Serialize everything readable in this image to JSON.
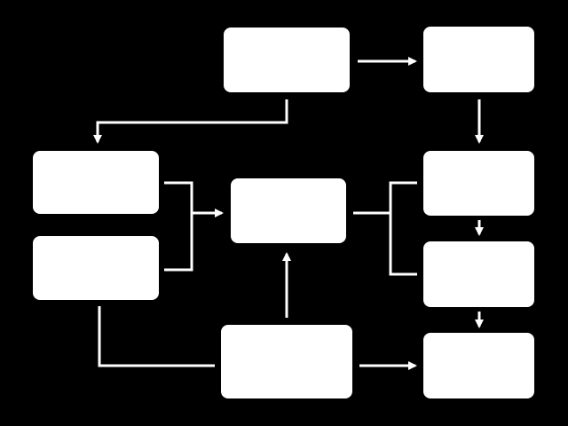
{
  "diagram": {
    "background_color": "#000000",
    "box_color": "#ffffff",
    "line_color": "#ffffff",
    "nodes": [
      {
        "id": "top-center",
        "label": ""
      },
      {
        "id": "top-right",
        "label": ""
      },
      {
        "id": "left-upper",
        "label": ""
      },
      {
        "id": "left-lower",
        "label": ""
      },
      {
        "id": "center",
        "label": ""
      },
      {
        "id": "right-upper",
        "label": ""
      },
      {
        "id": "right-middle",
        "label": ""
      },
      {
        "id": "bottom-center",
        "label": ""
      },
      {
        "id": "right-bottom",
        "label": ""
      }
    ],
    "edges": [
      {
        "from": "top-center",
        "to": "top-right"
      },
      {
        "from": "top-center",
        "to": "left-upper"
      },
      {
        "from": "top-right",
        "to": "right-upper"
      },
      {
        "from": "left-upper",
        "to": "center"
      },
      {
        "from": "left-lower",
        "to": "center"
      },
      {
        "from": "center",
        "to": "right-upper"
      },
      {
        "from": "center",
        "to": "right-middle"
      },
      {
        "from": "right-upper",
        "to": "right-middle"
      },
      {
        "from": "right-middle",
        "to": "right-bottom"
      },
      {
        "from": "bottom-center",
        "to": "center"
      },
      {
        "from": "bottom-center",
        "to": "right-bottom"
      },
      {
        "from": "left-lower",
        "to": "bottom-center"
      }
    ]
  }
}
